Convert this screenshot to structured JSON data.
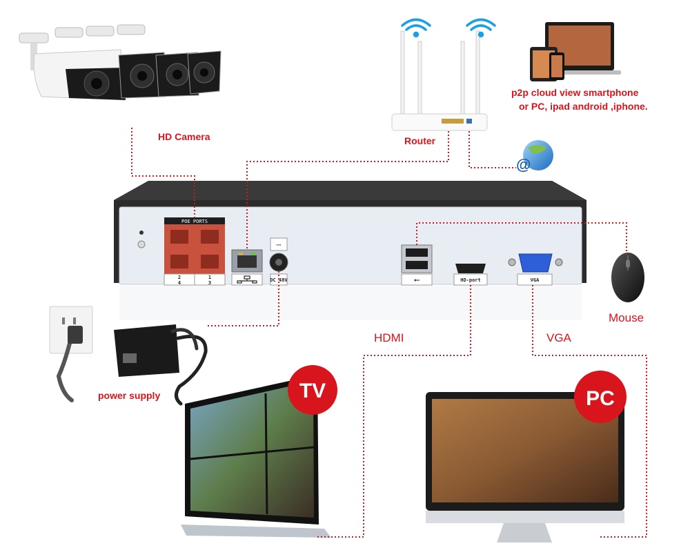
{
  "labels": {
    "hd_camera": "HD Camera",
    "router": "Router",
    "cloud_view": "p2p cloud  view smartphone",
    "cloud_view_2": "or PC, ipad android ,iphone.",
    "mouse": "Mouse",
    "hdmi": "HDMI",
    "vga": "VGA",
    "power_supply": "power supply",
    "tv": "TV",
    "pc": "PC"
  },
  "nvr_ports": {
    "poe_ports": "POE PORTS",
    "poe_numbers_top": [
      "2",
      "1"
    ],
    "poe_numbers_bottom": [
      "4",
      "3"
    ],
    "dc": "DC 48V",
    "hdmi": "HD-port",
    "vga": "VGA"
  },
  "colors": {
    "accent_red": "#d8141c",
    "nvr_body": "#2b2b2b",
    "nvr_panel": "#e8ecf3",
    "poe_port": "#c8523e"
  }
}
